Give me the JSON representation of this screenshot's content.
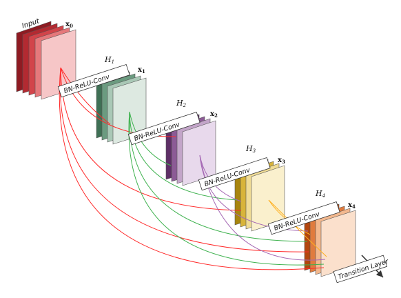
{
  "diagram": {
    "input_label": "Input",
    "blocks": [
      {
        "x_label": "x",
        "x_sub": "0",
        "colors": [
          "#8e1b22",
          "#b32a31",
          "#d2444a",
          "#e5787b",
          "#f6c6c7"
        ]
      },
      {
        "h_label": "H",
        "h_sub": "1",
        "x_label": "x",
        "x_sub": "1",
        "colors": [
          "#3f7055",
          "#6b9b80",
          "#a9c8b6",
          "#dde9e1"
        ]
      },
      {
        "h_label": "H",
        "h_sub": "2",
        "x_label": "x",
        "x_sub": "2",
        "colors": [
          "#5e2f66",
          "#8c5b96",
          "#c3a5c9",
          "#e8d9ec"
        ]
      },
      {
        "h_label": "H",
        "h_sub": "3",
        "x_label": "x",
        "x_sub": "3",
        "colors": [
          "#a8850e",
          "#d8b43a",
          "#f0dc95",
          "#faf0cd"
        ]
      },
      {
        "h_label": "H",
        "h_sub": "4",
        "x_label": "x",
        "x_sub": "4",
        "colors": [
          "#b3460d",
          "#e07b3e",
          "#f3b88e",
          "#fbe0cc"
        ]
      }
    ],
    "ops": [
      "BN-ReLU-Conv",
      "BN-ReLU-Conv",
      "BN-ReLU-Conv",
      "BN-ReLU-Conv"
    ],
    "transition_label": "Transition Layer",
    "connection_colors": {
      "red": "#ff2a2a",
      "green": "#3fb24f",
      "purple": "#a66ab5",
      "orange": "#ffb020"
    }
  }
}
